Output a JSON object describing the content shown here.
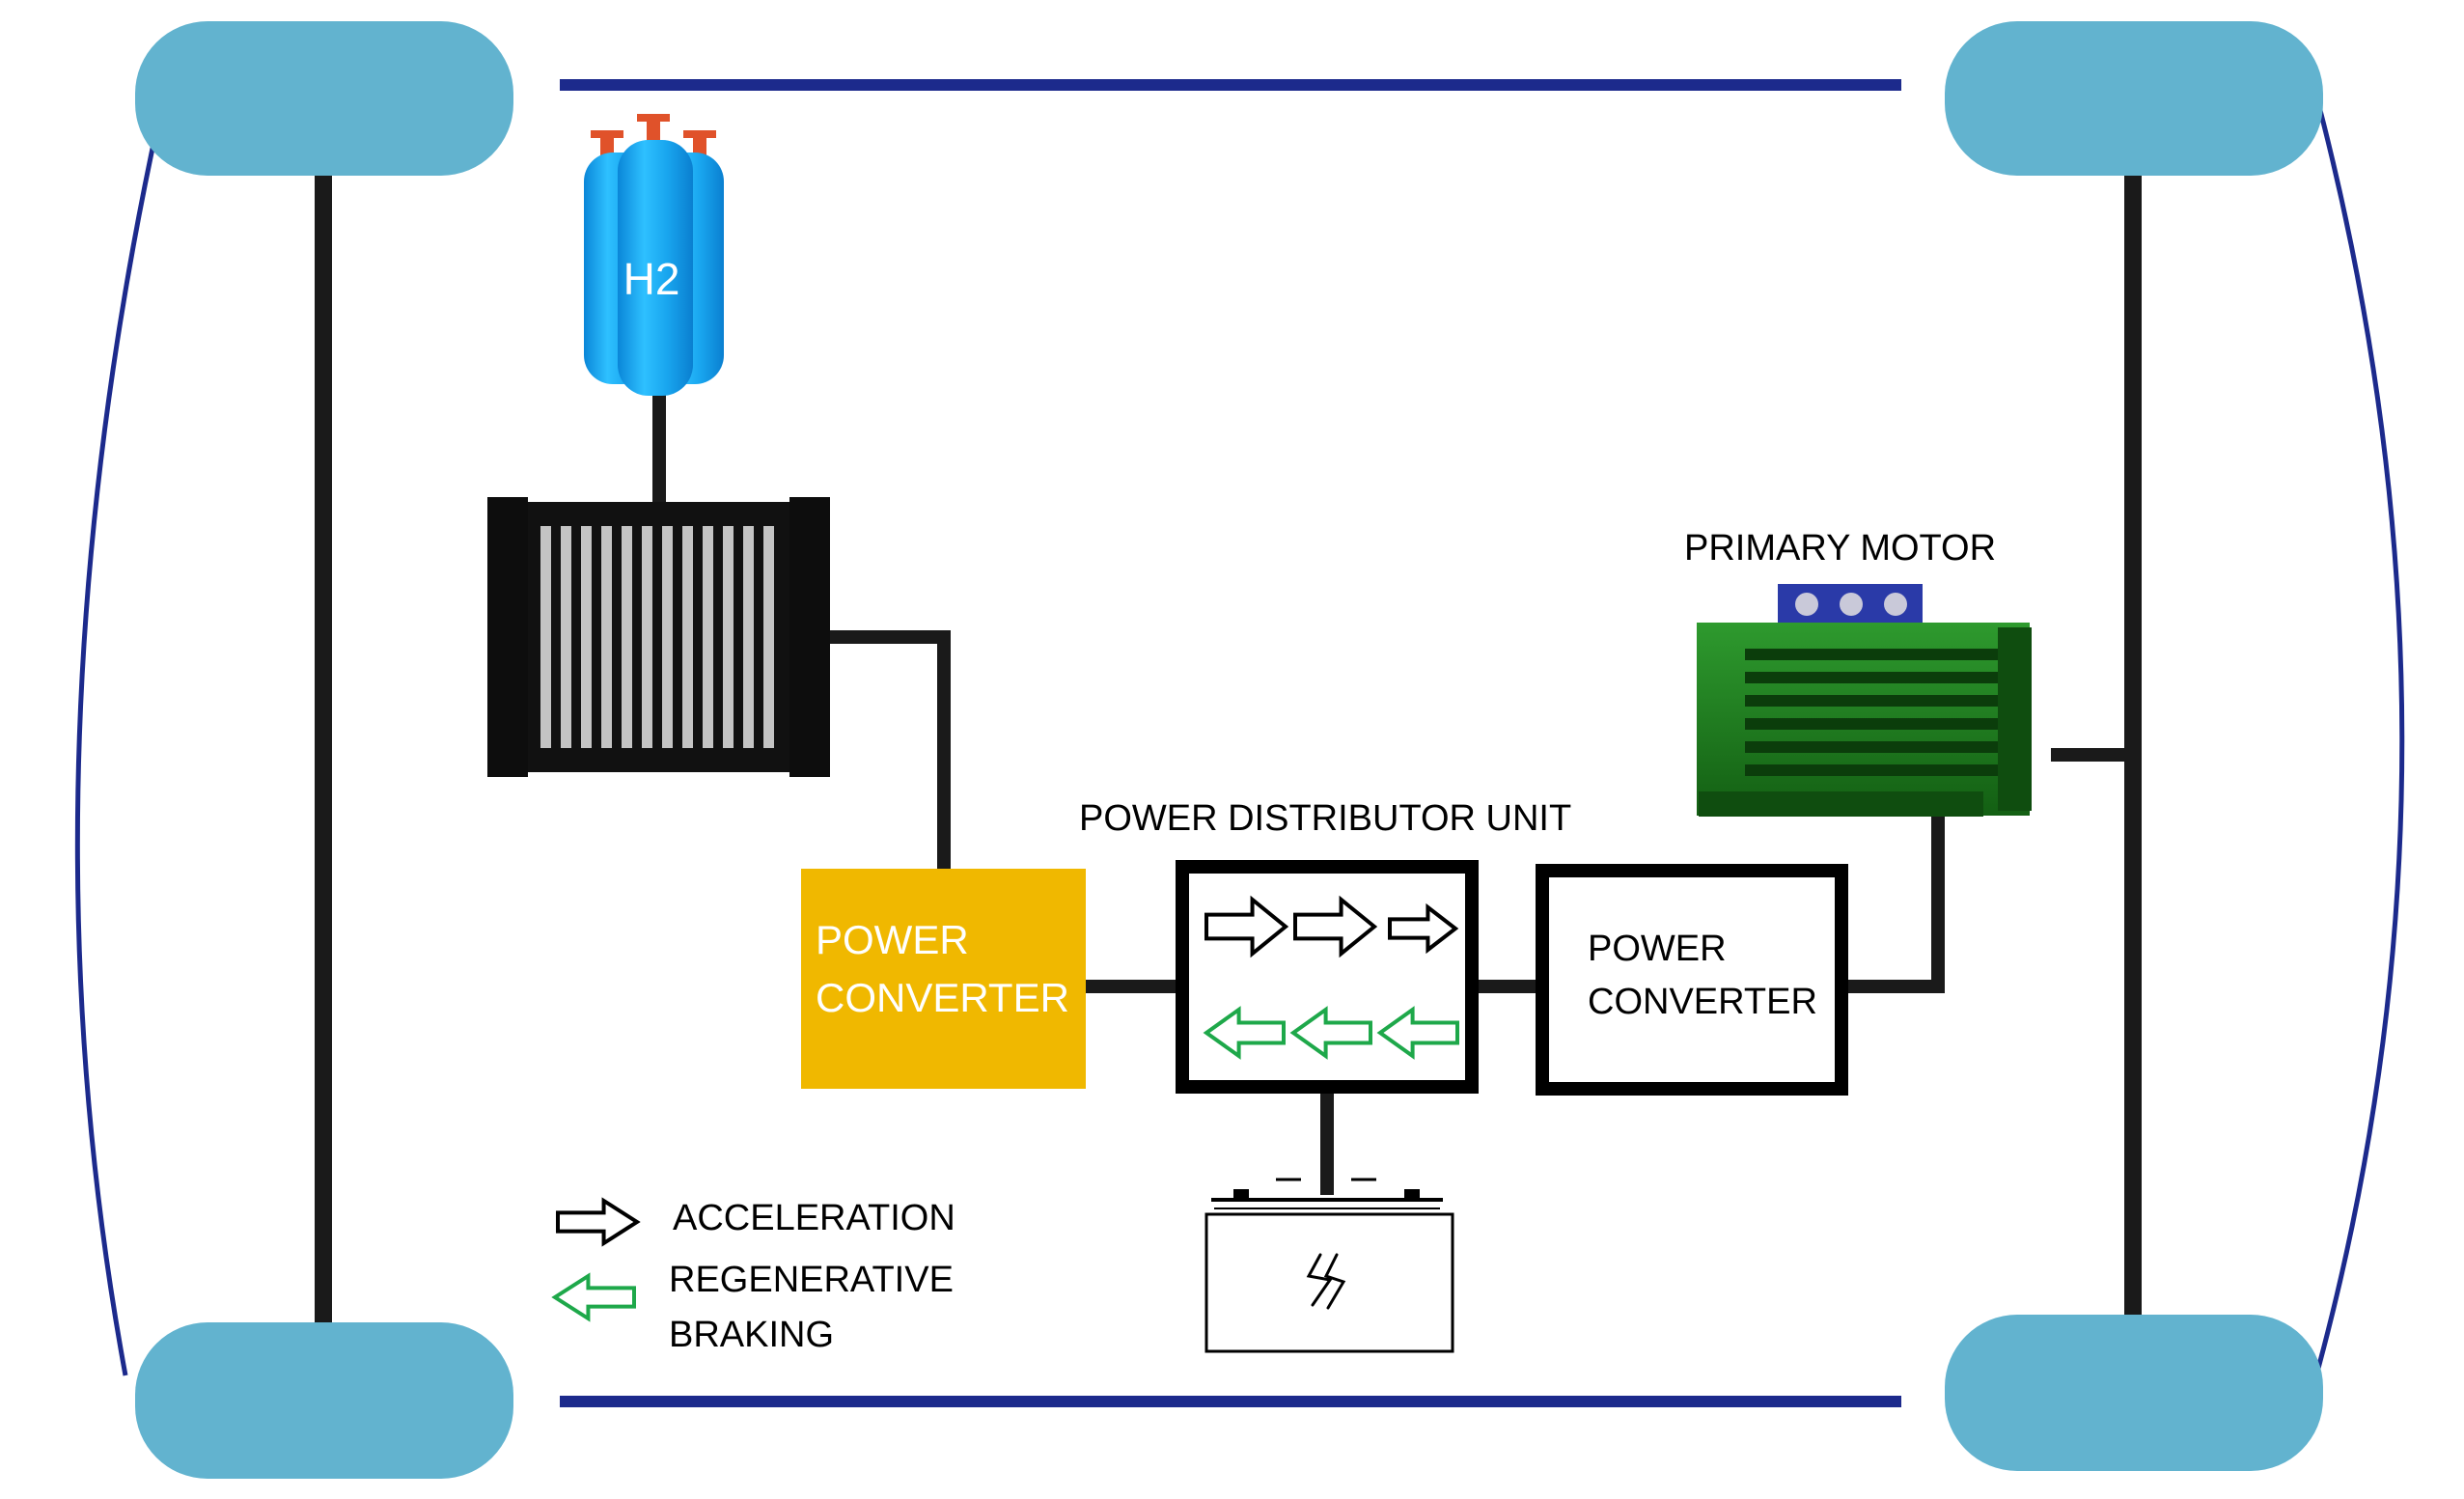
{
  "diagram": {
    "tank_label": "H2",
    "motor_label": "PRIMARY MOTOR",
    "pdu_label": "POWER DISTRIBUTOR UNIT",
    "converter_left": {
      "line1": "POWER",
      "line2": "CONVERTER"
    },
    "converter_right": {
      "line1": "POWER",
      "line2": "CONVERTER"
    },
    "legend": {
      "acceleration": "ACCELERATION",
      "regen_line1": "REGENERATIVE",
      "regen_line2": "BRAKING"
    }
  },
  "colors": {
    "wheel": "#62b3cf",
    "chassis_line": "#1c2a8c",
    "tank": "#14a8ec",
    "converter_left_fill": "#f0b800",
    "motor": "#1f7a1f",
    "motor_terminal": "#2a3aa8",
    "regen_arrow": "#1ea84a"
  }
}
